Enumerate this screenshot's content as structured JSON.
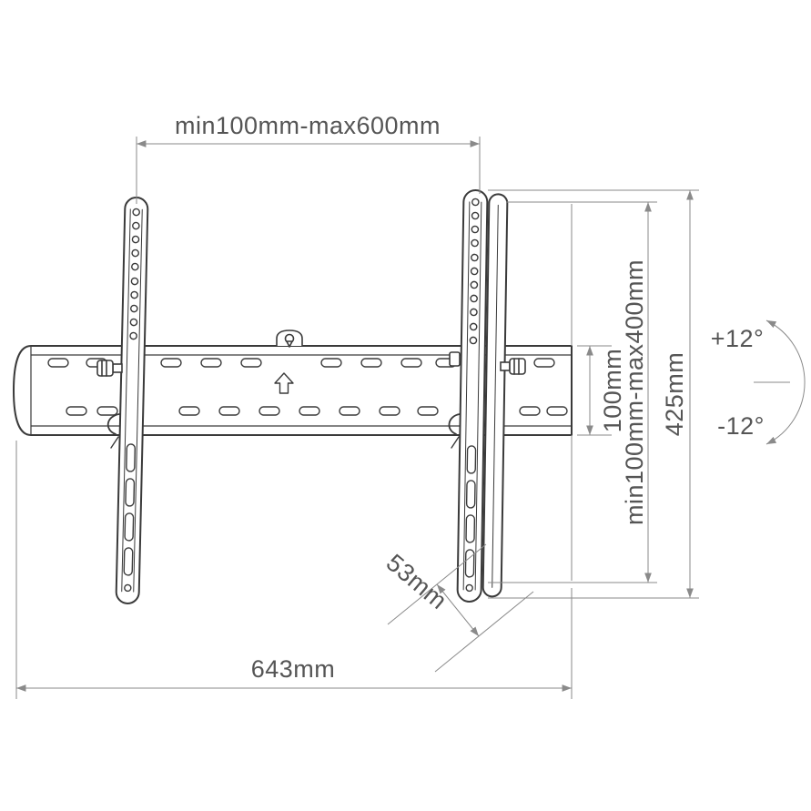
{
  "diagram": {
    "line_color": "#3a3a3a",
    "dim_color": "#8a8a8a",
    "text_color": "#555555"
  },
  "icons": {
    "up_arrow": "up-arrow-outline"
  },
  "dimensions": {
    "top_width": "min100mm-max600mm",
    "plate_height": "100mm",
    "vesa_vertical_range": "min100mm-max400mm",
    "bracket_height": "425mm",
    "tilt_up": "+12°",
    "tilt_down": "-12°",
    "mount_depth": "53mm",
    "total_width": "643mm"
  }
}
